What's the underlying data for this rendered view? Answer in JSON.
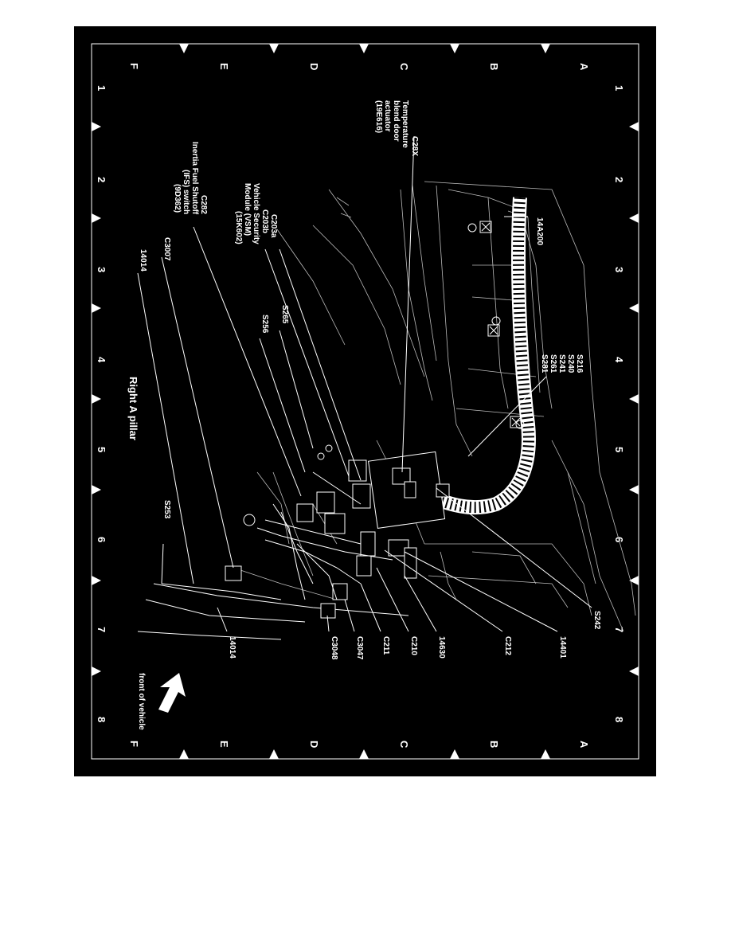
{
  "diagram": {
    "grid_letters": [
      "A",
      "B",
      "C",
      "D",
      "E",
      "F"
    ],
    "grid_numbers": [
      "1",
      "2",
      "3",
      "4",
      "5",
      "6",
      "7",
      "8"
    ],
    "title": "Right A pillar",
    "orientation_label": "front of vehicle",
    "labels": {
      "c28x": "C28X",
      "temp_blend_door": "Temperature",
      "temp_blend_door_2": "blend door",
      "temp_blend_door_3": "actuator",
      "temp_blend_door_4": "(19E616)",
      "c203a": "C203a",
      "c203b": "C203b",
      "vsm_1": "Vehicle Security",
      "vsm_2": "Module (VSM)",
      "vsm_3": "(15K602)",
      "c282": "C282",
      "ifs_1": "Inertia Fuel Shutoff",
      "ifs_2": "(IFS) switch",
      "ifs_3": "(9D362)",
      "c3007": "C3007",
      "w14014_top": "14014",
      "s265": "S265",
      "s256": "S256",
      "s253": "S253",
      "w14a200": "14A200",
      "s216": "S216",
      "s240": "S240",
      "s241": "S241",
      "s261": "S261",
      "s281": "S281",
      "s242": "S242",
      "w14401": "14401",
      "c212": "C212",
      "w14630": "14630",
      "c210": "C210",
      "c211": "C211",
      "c3047": "C3047",
      "c3048": "C3048",
      "w14014_bottom": "14014"
    }
  }
}
